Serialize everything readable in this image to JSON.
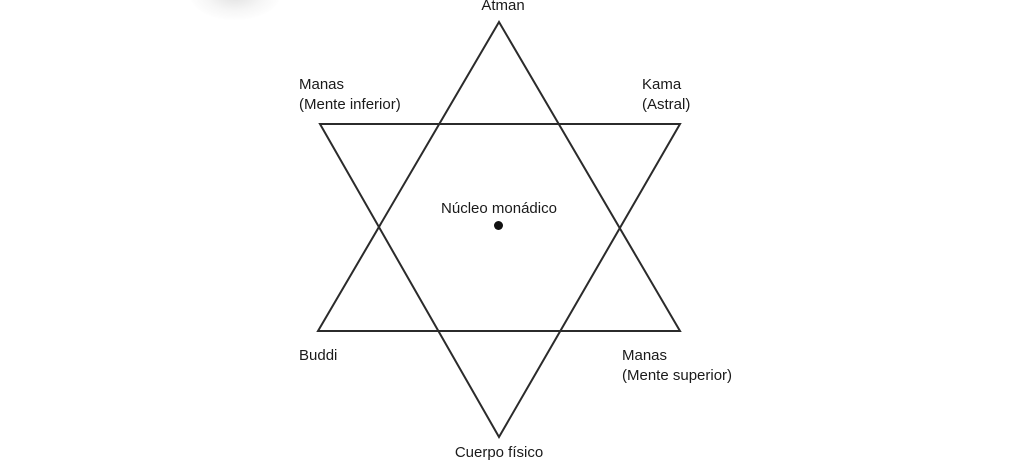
{
  "diagram": {
    "colors": {
      "line": "#2b2b2b",
      "text": "#1a1a1a",
      "dot": "#111111"
    },
    "labels": {
      "top": "Atman",
      "upper_left": [
        "Manas",
        "(Mente inferior)"
      ],
      "upper_right": [
        "Kama",
        "(Astral)"
      ],
      "center": "Núcleo monádico",
      "lower_left": "Buddi",
      "lower_right": [
        "Manas",
        "(Mente superior)"
      ],
      "bottom": "Cuerpo físico"
    }
  }
}
